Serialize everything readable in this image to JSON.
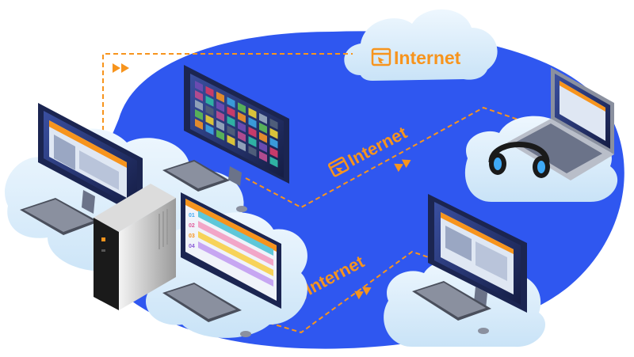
{
  "labels": {
    "cloud_internet": "Internet",
    "link_top_right": "Internet",
    "link_bottom_right": "Internet"
  },
  "row_numbers": [
    "01",
    "02",
    "03",
    "04"
  ],
  "icons": [
    "browser-window-icon",
    "double-arrow-icon",
    "headphones-icon",
    "desktop-tower-icon",
    "keyboard-icon",
    "mouse-icon",
    "laptop-icon",
    "monitor-icon"
  ],
  "colors": {
    "accent_orange": "#f7941d",
    "blob_blue": "#2f57f0",
    "cloud_light": "#dceefb",
    "screen_dark": "#1d2a5a"
  }
}
